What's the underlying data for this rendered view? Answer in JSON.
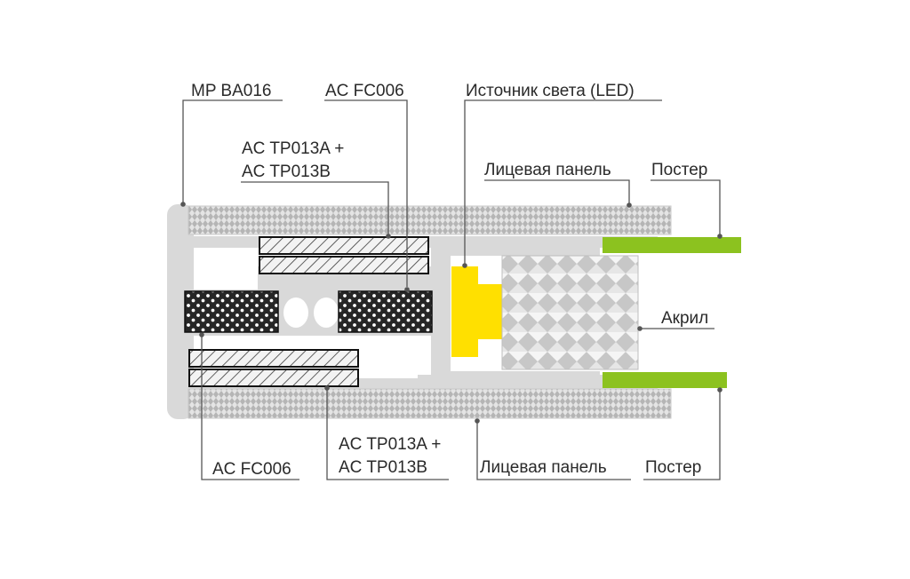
{
  "labels": {
    "mp_ba016": "MP BA016",
    "ac_fc006_top": "AC FC006",
    "light_source": "Источник света (LED)",
    "ac_tp013_top_line1": "AC TP013A +",
    "ac_tp013_top_line2": "AC TP013B",
    "face_panel_top": "Лицевая панель",
    "poster_top": "Постер",
    "acrylic": "Акрил",
    "ac_fc006_bottom": "AC FC006",
    "ac_tp013_bottom_line1": "AC TP013A +",
    "ac_tp013_bottom_line2": "AC TP013B",
    "face_panel_bottom": "Лицевая панель",
    "poster_bottom": "Постер"
  },
  "colors": {
    "profile": "#d9d9d9",
    "panel_fill": "#e6e6e6",
    "tape_fill": "#f2f2f2",
    "foam_fill": "#2b2b2b",
    "led": "#ffe000",
    "poster": "#8cc21f",
    "leader": "#555555"
  }
}
